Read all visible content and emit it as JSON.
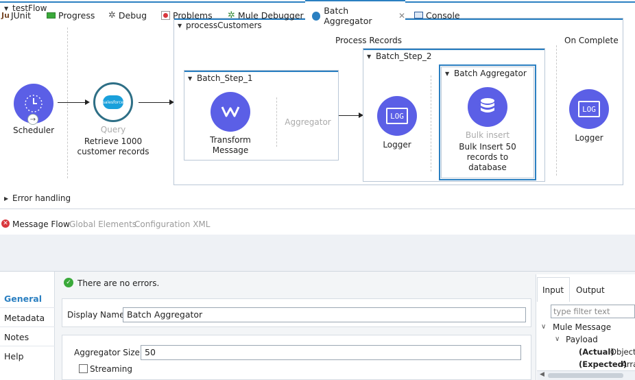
{
  "flow": {
    "title": "testFlow",
    "error_handling": "Error handling",
    "scheduler_label": "Scheduler",
    "query_kind": "Query",
    "query_label_1": "Retrieve 1000",
    "query_label_2": "customer records",
    "salesforce_text": "salesforce"
  },
  "batch": {
    "title": "processCustomers",
    "process_records": "Process Records",
    "on_complete": "On Complete",
    "step1": {
      "title": "Batch_Step_1",
      "transform_1": "Transform",
      "transform_2": "Message",
      "aggregator": "Aggregator"
    },
    "step2": {
      "title": "Batch_Step_2",
      "logger": "Logger",
      "aggregator_title": "Batch Aggregator",
      "bulk_kind": "Bulk insert",
      "bulk_1": "Bulk Insert 50",
      "bulk_2": "records to",
      "bulk_3": "database"
    },
    "complete_logger": "Logger",
    "log_text": "LOG"
  },
  "subtabs": {
    "message_flow": "Message Flow",
    "global_elements": "Global Elements",
    "configuration_xml": "Configuration XML"
  },
  "views": {
    "junit": "JUnit",
    "progress": "Progress",
    "debug": "Debug",
    "problems": "Problems",
    "mule_debugger": "Mule Debugger",
    "batch_aggregator": "Batch Aggregator",
    "console": "Console"
  },
  "properties": {
    "sidebar": [
      "General",
      "Metadata",
      "Notes",
      "Help"
    ],
    "status": "There are no errors.",
    "display_name_label": "Display Name:",
    "display_name_value": "Batch Aggregator",
    "aggregator_size_label": "Aggregator Size:",
    "aggregator_size_value": "50",
    "streaming_label": "Streaming"
  },
  "metadata_panel": {
    "tab_input": "Input",
    "tab_output": "Output",
    "filter_placeholder": "type filter text",
    "mule_message": "Mule Message",
    "payload": "Payload",
    "actual_label": "(Actual)",
    "actual_value": "Object",
    "expected_label": "(Expected)",
    "expected_value": "Arra"
  },
  "colors": {
    "accent": "#2a7fc1",
    "component": "#5b5fe6",
    "salesforce_ring": "#2e6f86",
    "error_red": "#d9373d",
    "ok_green": "#3aa93a"
  }
}
